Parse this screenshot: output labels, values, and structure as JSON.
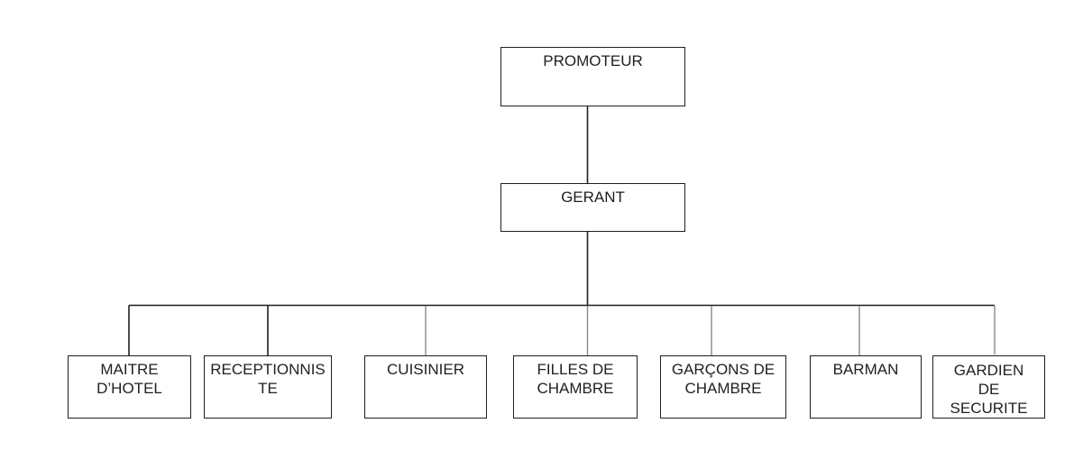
{
  "colors": {
    "bg": "#ffffff",
    "text": "#1f1f1f",
    "border": "#1f1f1f",
    "line": "#1f1f1f",
    "line2": "#8a8a8a"
  },
  "nodes": {
    "promoteur": {
      "label": "PROMOTEUR"
    },
    "gerant": {
      "label": "GERANT"
    },
    "maitre": {
      "label": "MAITRE\nD’HOTEL"
    },
    "receptionniste": {
      "label": "RECEPTIONNIS\nTE"
    },
    "cuisinier": {
      "label": "CUISINIER"
    },
    "filles": {
      "label": "FILLES DE\nCHAMBRE"
    },
    "garcons": {
      "label": "GARÇONS DE\nCHAMBRE"
    },
    "barman": {
      "label": "BARMAN"
    },
    "gardien": {
      "label": "GARDIEN\nDE\nSECURITE"
    }
  },
  "hierarchy": {
    "root": "PROMOTEUR",
    "children": [
      {
        "name": "GERANT",
        "children": [
          "MAITRE D’HOTEL",
          "RECEPTIONNISTE",
          "CUISINIER",
          "FILLES DE CHAMBRE",
          "GARÇONS DE CHAMBRE",
          "BARMAN",
          "GARDIEN DE SECURITE"
        ]
      }
    ]
  }
}
